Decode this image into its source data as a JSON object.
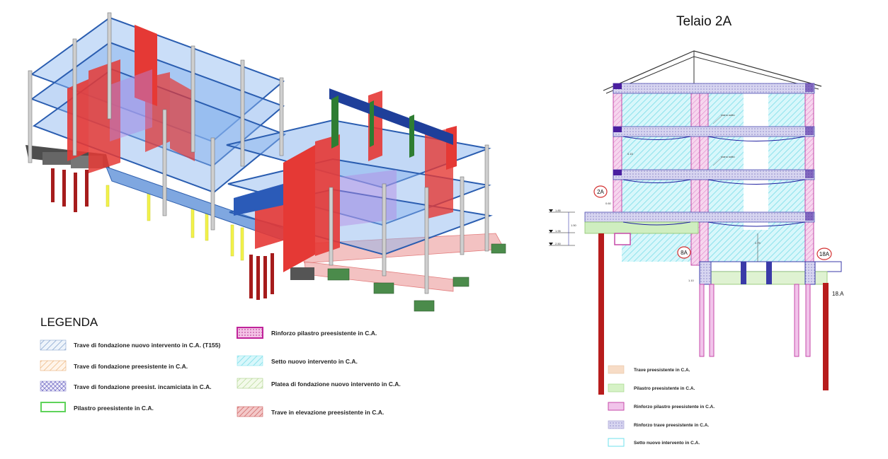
{
  "model_view": {
    "colors": {
      "existing_beam_blue": "#3c78d8",
      "slab_blue": "#4a86e8",
      "new_wall_red": "#e53935",
      "column_grey": "#bdbdbd",
      "foundation_green": "#3f8f3f",
      "pile_red": "#a61c1c",
      "pile_yellow": "#f2f24a",
      "foundation_dark": "#555555"
    }
  },
  "legend_left": {
    "title": "LEGENDA",
    "items": [
      {
        "label": "Trave di fondazione nuovo intervento in C.A. (T155)",
        "swatch": "hatch-blue"
      },
      {
        "label": "Trave di fondazione preesistente in C.A.",
        "swatch": "hatch-orange"
      },
      {
        "label": "Trave di fondazione preesist. incamiciata in C.A.",
        "swatch": "cross-purple"
      },
      {
        "label": "Pilastro preesistente in C.A.",
        "swatch": "outline-green"
      },
      {
        "label": "Rinforzo pilastro preesistente in C.A.",
        "swatch": "box-magenta"
      },
      {
        "label": "Setto nuovo intervento in C.A.",
        "swatch": "hatch-cyan"
      },
      {
        "label": "Platea di fondazione nuovo intervento in C.A.",
        "swatch": "hatch-green"
      },
      {
        "label": "Trave in elevazione preesistente in C.A.",
        "swatch": "hatch-red"
      }
    ]
  },
  "section_view": {
    "title": "Telaio 2A",
    "tags": {
      "tag_2a": "2A",
      "tag_8a": "8A",
      "tag_18a": "18A",
      "pile_label": "18.A"
    },
    "level_marks": [
      "1.85",
      "1.95",
      "2.50"
    ],
    "dimension_texts": [
      "0.15",
      "0.60",
      "2.75",
      "1.50",
      "1.10"
    ],
    "callouts": [
      "piano sotto",
      "piano sotto"
    ]
  },
  "legend_right": {
    "items": [
      {
        "label": "Trave preesistente in C.A.",
        "swatch": "fill-peach"
      },
      {
        "label": "Pilastro preesistente in C.A.",
        "swatch": "fill-lightgreen"
      },
      {
        "label": "Rinforzo pilastro preesistente in C.A.",
        "swatch": "fill-pink"
      },
      {
        "label": "Rinforzo trave preesistente in C.A.",
        "swatch": "dots-lavender"
      },
      {
        "label": "Setto nuovo intervento in C.A.",
        "swatch": "outline-cyan"
      }
    ]
  }
}
